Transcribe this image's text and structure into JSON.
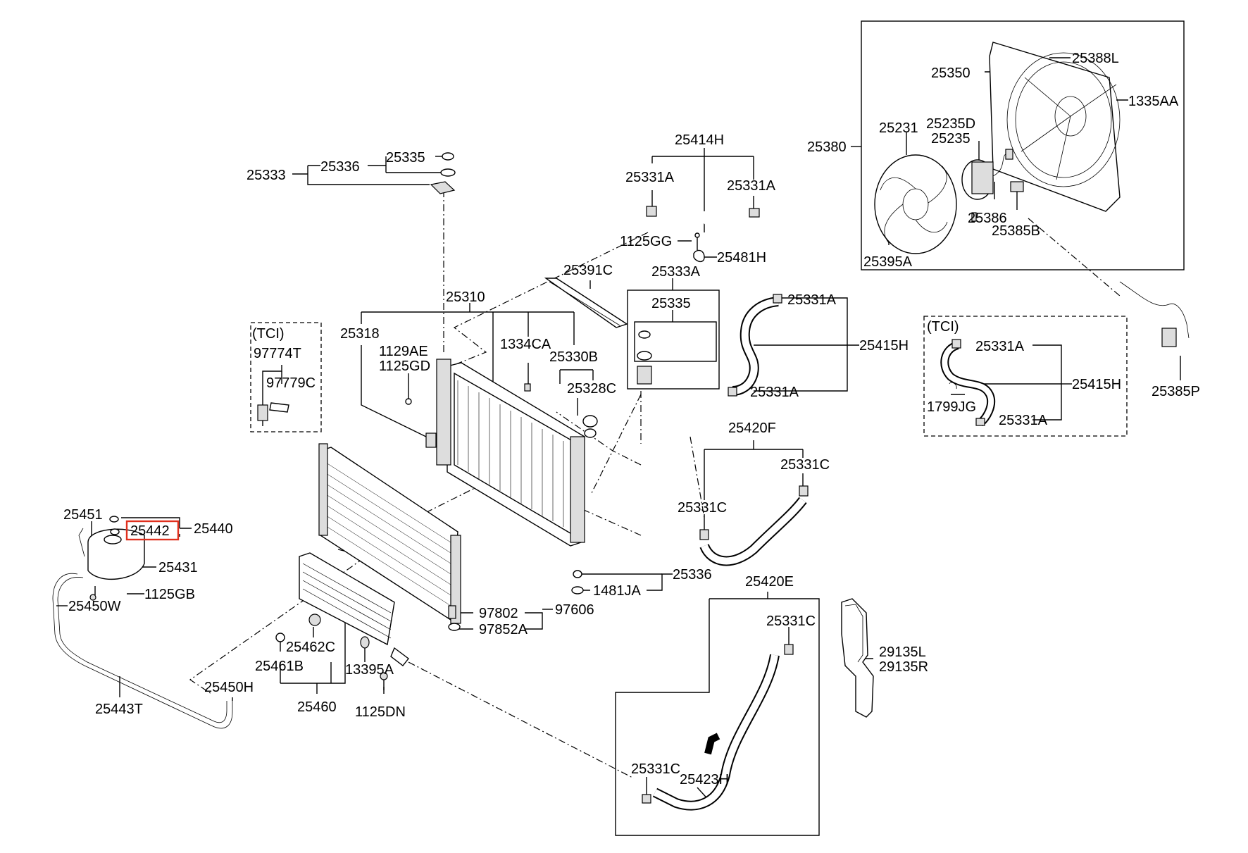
{
  "highlight_color": "#e0301e",
  "labels": [
    {
      "id": "25333",
      "text": "25333"
    },
    {
      "id": "25336-top",
      "text": "25336"
    },
    {
      "id": "25335-top",
      "text": "25335"
    },
    {
      "id": "25414H",
      "text": "25414H"
    },
    {
      "id": "25331A-a",
      "text": "25331A"
    },
    {
      "id": "25331A-b",
      "text": "25331A"
    },
    {
      "id": "1125GG",
      "text": "1125GG"
    },
    {
      "id": "25481H",
      "text": "25481H"
    },
    {
      "id": "25391C",
      "text": "25391C"
    },
    {
      "id": "25333A",
      "text": "25333A"
    },
    {
      "id": "25335-kit",
      "text": "25335"
    },
    {
      "id": "25310",
      "text": "25310"
    },
    {
      "id": "25318",
      "text": "25318"
    },
    {
      "id": "1129AE",
      "text": "1129AE"
    },
    {
      "id": "1125GD",
      "text": "1125GD"
    },
    {
      "id": "1334CA",
      "text": "1334CA"
    },
    {
      "id": "25330B",
      "text": "25330B"
    },
    {
      "id": "25328C",
      "text": "25328C"
    },
    {
      "id": "tci-1",
      "text": "(TCI)"
    },
    {
      "id": "97774T",
      "text": "97774T"
    },
    {
      "id": "97779C",
      "text": "97779C"
    },
    {
      "id": "25331A-c",
      "text": "25331A"
    },
    {
      "id": "25415H",
      "text": "25415H"
    },
    {
      "id": "25331A-d",
      "text": "25331A"
    },
    {
      "id": "tci-2",
      "text": "(TCI)"
    },
    {
      "id": "25331A-e",
      "text": "25331A"
    },
    {
      "id": "25415H-tci",
      "text": "25415H"
    },
    {
      "id": "1799JG",
      "text": "1799JG"
    },
    {
      "id": "25331A-f",
      "text": "25331A"
    },
    {
      "id": "25385P",
      "text": "25385P"
    },
    {
      "id": "25388L",
      "text": "25388L"
    },
    {
      "id": "25350",
      "text": "25350"
    },
    {
      "id": "1335AA",
      "text": "1335AA"
    },
    {
      "id": "25231",
      "text": "25231"
    },
    {
      "id": "25235D",
      "text": "25235D"
    },
    {
      "id": "25235",
      "text": "25235"
    },
    {
      "id": "25380",
      "text": "25380"
    },
    {
      "id": "25386",
      "text": "25386"
    },
    {
      "id": "25385B",
      "text": "25385B"
    },
    {
      "id": "25395A",
      "text": "25395A"
    },
    {
      "id": "25420F",
      "text": "25420F"
    },
    {
      "id": "25331C-a",
      "text": "25331C"
    },
    {
      "id": "25331C-b",
      "text": "25331C"
    },
    {
      "id": "25451",
      "text": "25451"
    },
    {
      "id": "25442",
      "text": "25442"
    },
    {
      "id": "25440",
      "text": "25440"
    },
    {
      "id": "25431",
      "text": "25431"
    },
    {
      "id": "1125GB",
      "text": "1125GB"
    },
    {
      "id": "25450W",
      "text": "25450W"
    },
    {
      "id": "1481JA",
      "text": "1481JA"
    },
    {
      "id": "25336-bot",
      "text": "25336"
    },
    {
      "id": "25420E",
      "text": "25420E"
    },
    {
      "id": "97802",
      "text": "97802"
    },
    {
      "id": "97606",
      "text": "97606"
    },
    {
      "id": "97852A",
      "text": "97852A"
    },
    {
      "id": "25462C",
      "text": "25462C"
    },
    {
      "id": "25461B",
      "text": "25461B"
    },
    {
      "id": "13395A",
      "text": "13395A"
    },
    {
      "id": "25450H",
      "text": "25450H"
    },
    {
      "id": "25460",
      "text": "25460"
    },
    {
      "id": "1125DN",
      "text": "1125DN"
    },
    {
      "id": "25443T",
      "text": "25443T"
    },
    {
      "id": "25331C-c",
      "text": "25331C"
    },
    {
      "id": "25331C-d",
      "text": "25331C"
    },
    {
      "id": "25423H",
      "text": "25423H"
    },
    {
      "id": "29135L",
      "text": "29135L"
    },
    {
      "id": "29135R",
      "text": "29135R"
    }
  ]
}
